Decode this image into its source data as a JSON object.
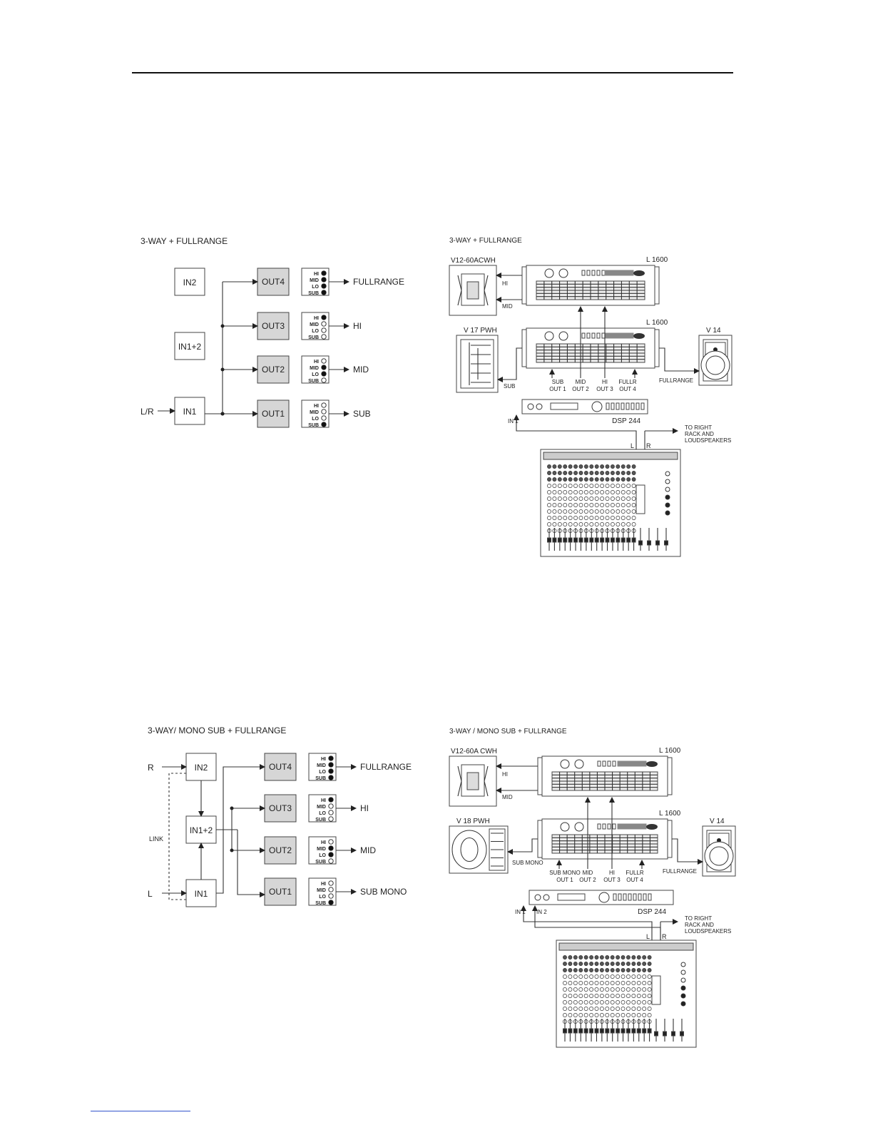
{
  "sections": [
    {
      "block": {
        "title": "3-WAY + FULLRANGE",
        "inputs": {
          "top": "IN2",
          "middle": "IN1+2",
          "bottom": "IN1"
        },
        "sources": [
          "L/R"
        ],
        "link_label": "",
        "outputs": [
          {
            "label": "OUT4",
            "route": "FULLRANGE",
            "leds": [
              true,
              true,
              true,
              true
            ]
          },
          {
            "label": "OUT3",
            "route": "HI",
            "leds": [
              true,
              false,
              false,
              false
            ]
          },
          {
            "label": "OUT2",
            "route": "MID",
            "leds": [
              false,
              true,
              true,
              false
            ]
          },
          {
            "label": "OUT1",
            "route": "SUB",
            "leds": [
              false,
              false,
              false,
              true
            ]
          }
        ]
      },
      "setup": {
        "title": "3-WAY + FULLRANGE",
        "amp_top": "L 1600",
        "amp_bottom": "L 1600",
        "speaker_top": "V12-60ACWH",
        "speaker_left": "V 17 PWH",
        "speaker_right": "V 14",
        "hi": "HI",
        "mid": "MID",
        "sub_out": "SUB",
        "fullrange_out": "FULLRANGE",
        "processor": "DSP 244",
        "inputs": [
          "IN 1"
        ],
        "channel_labels": [
          [
            "SUB",
            "OUT 1"
          ],
          [
            "MID",
            "OUT 2"
          ],
          [
            "HI",
            "OUT 3"
          ],
          [
            "FULLR",
            "OUT 4"
          ]
        ],
        "l": "L",
        "r": "R",
        "to_right": [
          "TO RIGHT",
          "RACK AND",
          "LOUDSPEAKERS"
        ]
      }
    },
    {
      "block": {
        "title": "3-WAY/ MONO SUB + FULLRANGE",
        "inputs": {
          "top": "IN2",
          "middle": "IN1+2",
          "bottom": "IN1"
        },
        "sources": [
          "R",
          "L"
        ],
        "link_label": "LINK",
        "outputs": [
          {
            "label": "OUT4",
            "route": "FULLRANGE",
            "leds": [
              true,
              true,
              true,
              true
            ]
          },
          {
            "label": "OUT3",
            "route": "HI",
            "leds": [
              true,
              false,
              false,
              false
            ]
          },
          {
            "label": "OUT2",
            "route": "MID",
            "leds": [
              false,
              true,
              true,
              false
            ]
          },
          {
            "label": "OUT1",
            "route": "SUB MONO",
            "leds": [
              false,
              false,
              false,
              true
            ]
          }
        ]
      },
      "setup": {
        "title": "3-WAY / MONO SUB + FULLRANGE",
        "amp_top": "L 1600",
        "amp_bottom": "L 1600",
        "speaker_top": "V12-60A CWH",
        "speaker_left": "V 18 PWH",
        "speaker_right": "V 14",
        "hi": "HI",
        "mid": "MID",
        "sub_out": "SUB MONO",
        "fullrange_out": "FULLRANGE",
        "processor": "DSP 244",
        "inputs": [
          "IN 1",
          "IN 2"
        ],
        "channel_labels": [
          [
            "SUB MONO",
            "OUT 1"
          ],
          [
            "MID",
            "OUT 2"
          ],
          [
            "HI",
            "OUT 3"
          ],
          [
            "FULLR",
            "OUT 4"
          ]
        ],
        "l": "L",
        "r": "R",
        "to_right": [
          "TO RIGHT",
          "RACK AND",
          "LOUDSPEAKERS"
        ]
      }
    }
  ],
  "led_labels": [
    "HI",
    "MID",
    "LO",
    "SUB"
  ]
}
